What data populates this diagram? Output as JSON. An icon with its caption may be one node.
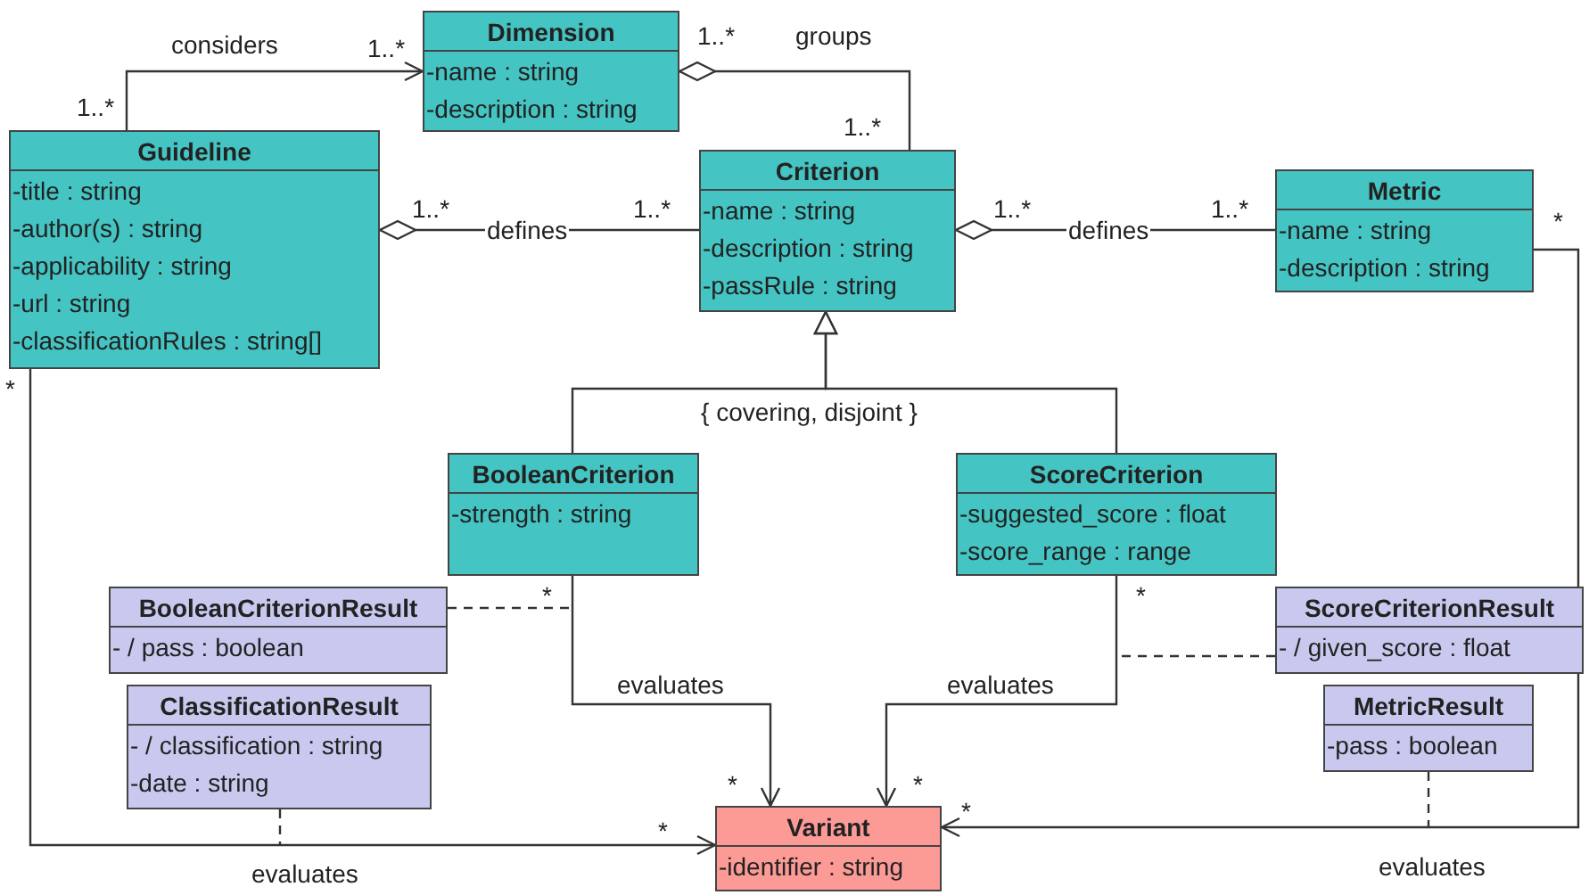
{
  "diagram": {
    "nodes": [
      {
        "text": [
          "Dimension",
          "-name : string",
          "-description : string"
        ]
      },
      {
        "text": [
          "Guideline",
          "-title : string",
          "-author(s) : string",
          "-applicability : string",
          "-url : string",
          "-classificationRules : string[]"
        ]
      },
      {
        "text": [
          "Criterion",
          "-name : string",
          "-description : string",
          "-passRule : string"
        ]
      },
      {
        "text": [
          "Metric",
          "-name : string",
          "-description : string"
        ]
      },
      {
        "text": [
          "BooleanCriterion",
          "-strength : string"
        ]
      },
      {
        "text": [
          "ScoreCriterion",
          "-suggested_score : float",
          "-score_range : range"
        ]
      },
      {
        "text": [
          "BooleanCriterionResult",
          "- / pass : boolean"
        ]
      },
      {
        "text": [
          "ClassificationResult",
          "- / classification : string",
          "-date : string"
        ]
      },
      {
        "text": [
          "ScoreCriterionResult",
          "- / given_score : float"
        ]
      },
      {
        "text": [
          "MetricResult",
          "-pass : boolean"
        ]
      },
      {
        "text": [
          "Variant",
          "-identifier : string"
        ]
      }
    ],
    "edges": [
      {
        "from": 1,
        "to": 0,
        "arrow": "to",
        "label": "considers"
      },
      {
        "from": 2,
        "to": 0,
        "arrow": "other",
        "label": "groups"
      },
      {
        "from": 2,
        "to": 1,
        "arrow": "other",
        "label": "defines"
      },
      {
        "from": 3,
        "to": 2,
        "arrow": "other",
        "label": "defines"
      },
      {
        "from": 4,
        "to": 2,
        "arrow": "to"
      },
      {
        "from": 5,
        "to": 2,
        "arrow": "to"
      },
      {
        "from": 4,
        "to": 10,
        "arrow": "to",
        "label": "evaluates"
      },
      {
        "from": 5,
        "to": 10,
        "arrow": "to",
        "label": "evaluates"
      },
      {
        "from": 1,
        "to": 10,
        "arrow": "to",
        "label": "evaluates"
      },
      {
        "from": 3,
        "to": 10,
        "arrow": "to",
        "label": "evaluates"
      },
      {
        "from": 6,
        "to": null,
        "arrow": "none",
        "style": "dashed"
      },
      {
        "from": 8,
        "to": null,
        "arrow": "none",
        "style": "dashed"
      },
      {
        "from": 7,
        "to": null,
        "arrow": "none",
        "style": "dashed"
      },
      {
        "from": 9,
        "to": null,
        "arrow": "none",
        "style": "dashed"
      }
    ],
    "labels": [
      "1..*",
      "1..*",
      "1..*",
      "1..*",
      "1..*",
      "1..*",
      "1..*",
      "1..*",
      "*",
      "*",
      "{ covering, disjoint }",
      "*",
      "*",
      "*",
      "*",
      "*",
      "*"
    ]
  }
}
